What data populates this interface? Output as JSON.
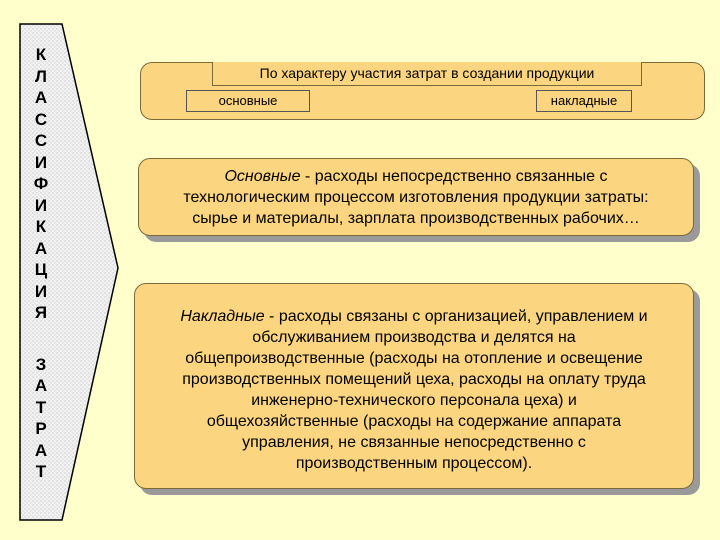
{
  "side": {
    "word1": [
      "К",
      "Л",
      "А",
      "С",
      "С",
      "И",
      "Ф",
      "И",
      "К",
      "А",
      "Ц",
      "И",
      "Я"
    ],
    "word2": [
      "З",
      "А",
      "Т",
      "Р",
      "А",
      "Т"
    ]
  },
  "header": {
    "title": "По характеру участия затрат в создании продукции",
    "left_tag": "основные",
    "right_tag": "накладные"
  },
  "main_block": {
    "term": "Основные",
    "lines": [
      " - расходы непосредственно связанные с",
      "технологическим процессом изготовления продукции затраты:",
      "сырье и материалы, зарплата производственных рабочих…"
    ]
  },
  "overhead_block": {
    "term": "Накладные",
    "lines": [
      " - расходы связаны с организацией, управлением и",
      "обслуживанием производства и делятся на",
      "общепроизводственные  (расходы на отопление и освещение",
      "производственных помещений цеха, расходы на оплату труда",
      "инженерно-технического персонала цеха) и",
      "общехозяйственные (расходы на содержание аппарата",
      "управления, не связанные непосредственно с",
      "производственным процессом)."
    ]
  }
}
